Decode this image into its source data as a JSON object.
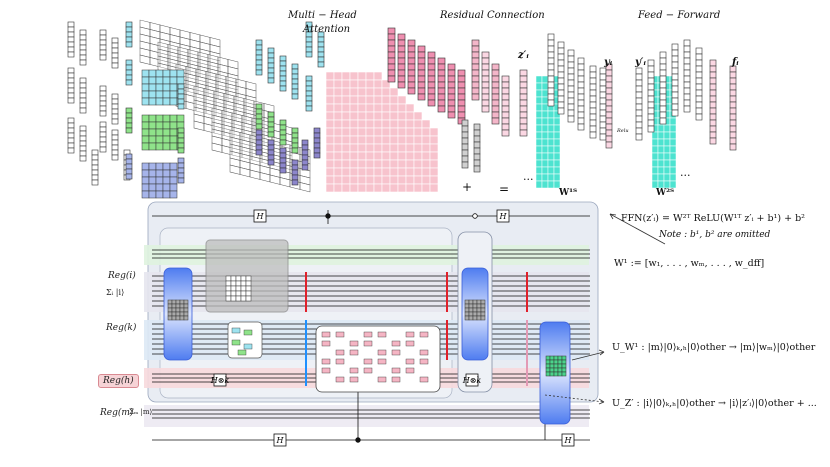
{
  "headers": {
    "mha_line1": "Multi − Head",
    "mha_line2": "Attention",
    "residual": "Residual   Connection",
    "ffn": "Feed − Forward"
  },
  "symbols": {
    "z_prime": "z′ᵢ",
    "y_i": "yᵢ",
    "y_prime": "y′ᵢ",
    "f_i": "fᵢ",
    "plus": "+",
    "equals": "=",
    "ellipsis": "...",
    "relu": "Relu",
    "w1t": "W¹ᵀ",
    "w2t": "W²ᵀ"
  },
  "equations": {
    "ffn": "FFN(z′ᵢ) = W²ᵀ ReLU(W¹ᵀ z′ᵢ + b¹) + b²",
    "note": "Note : b¹, b² are omitted",
    "w1_def": "W¹ := [w₁, . . . , wₘ, . . . , w_dff]",
    "u_w1": "U_W¹ : |m⟩|0⟩ₖ,ₕ|0⟩other → |m⟩|wₘ⟩|0⟩other",
    "u_z": "U_Z′ : |i⟩|0⟩ₖ,ₕ|0⟩other → |i⟩|z′ᵢ⟩|0⟩other + ..."
  },
  "registers": {
    "reg_i": "Reg(i)",
    "sum_i": "Σᵢ |i⟩",
    "reg_k": "Reg(k)",
    "reg_h": "Reg(h)",
    "reg_m": "Reg(m)",
    "sum_m": "Σₘ |m⟩"
  },
  "gates": {
    "h": "H",
    "h_tensor": "H⊗k"
  },
  "colors": {
    "cyan": "#9ee3f0",
    "green": "#8fe38a",
    "blue": "#a6b4ea",
    "purple": "#8c86cc",
    "pink_grid": "#f7c3cd",
    "pink": "#ef8fb0",
    "teal": "#4de3d0",
    "gray": "#d0d0d0",
    "reg_i_band": "#e6e6ee",
    "reg_k_band": "#dde9f5",
    "reg_h_band": "#f7d9dd",
    "green_band": "#dff3df",
    "red": "#e0202a",
    "blue_line": "#1e90ff",
    "circuit_bg": "#e8ecf3"
  }
}
